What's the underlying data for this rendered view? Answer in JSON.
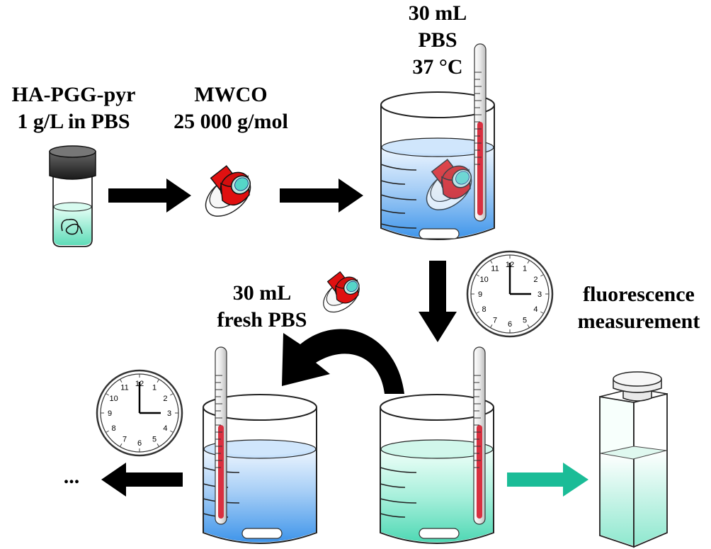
{
  "labels": {
    "sample_line1": "HA-PGG-pyr",
    "sample_line2": "1 g/L in PBS",
    "membrane_line1": "MWCO",
    "membrane_line2": "25 000 g/mol",
    "bath_line1": "30 mL",
    "bath_line2": "PBS",
    "bath_line3": "37 °C",
    "fresh_line1": "30 mL",
    "fresh_line2": "fresh PBS",
    "fluor_line1": "fluorescence",
    "fluor_line2": "measurement",
    "ellipsis": "..."
  },
  "clock": {
    "numbers": [
      "12",
      "1",
      "2",
      "3",
      "4",
      "5",
      "6",
      "7",
      "8",
      "9",
      "10",
      "11"
    ]
  },
  "colors": {
    "pbs_blue": "#5aa6ee",
    "released_green": "#6fe0c2",
    "membrane_red": "#e01010",
    "arrow_black": "#000000",
    "arrow_teal": "#1bbc97",
    "thermometer_red": "#d83040"
  }
}
